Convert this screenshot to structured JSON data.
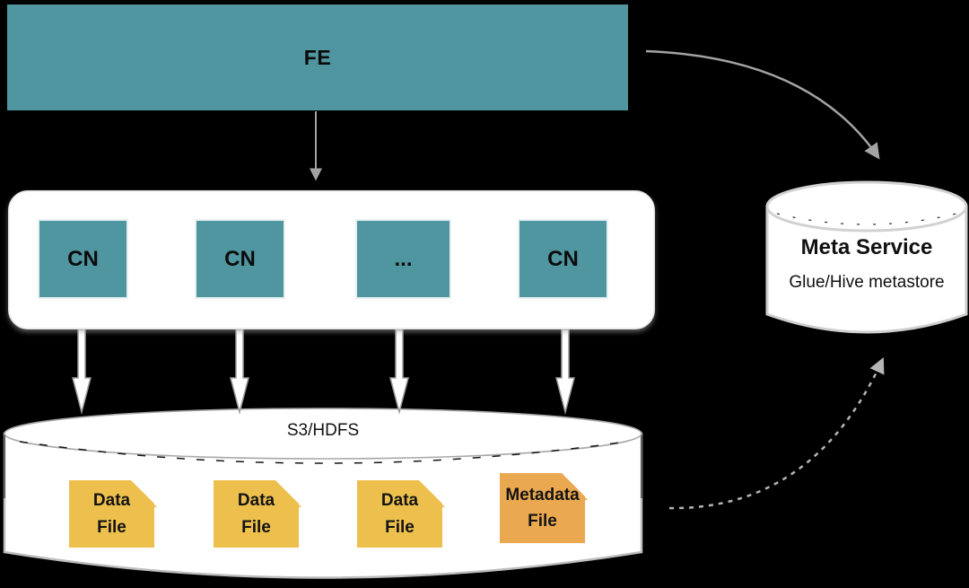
{
  "fe": {
    "label": "FE"
  },
  "cn_cluster": {
    "nodes": [
      "CN",
      "CN",
      "...",
      "CN"
    ]
  },
  "storage": {
    "label": "S3/HDFS",
    "files": [
      {
        "label": "Data\nFile",
        "type": "data"
      },
      {
        "label": "Data\nFile",
        "type": "data"
      },
      {
        "label": "Data\nFile",
        "type": "data"
      },
      {
        "label": "Metadata\nFile",
        "type": "metadata"
      }
    ]
  },
  "meta_service": {
    "title": "Meta Service",
    "subtitle": "Glue/Hive metastore"
  },
  "colors": {
    "node_teal": "#4F96A0",
    "data_file_yellow": "#EDC04E",
    "metadata_file_orange": "#EAA850",
    "arrow_gray": "#A3A3A3",
    "surface_white": "#FFFFFF",
    "background": "#000000"
  }
}
